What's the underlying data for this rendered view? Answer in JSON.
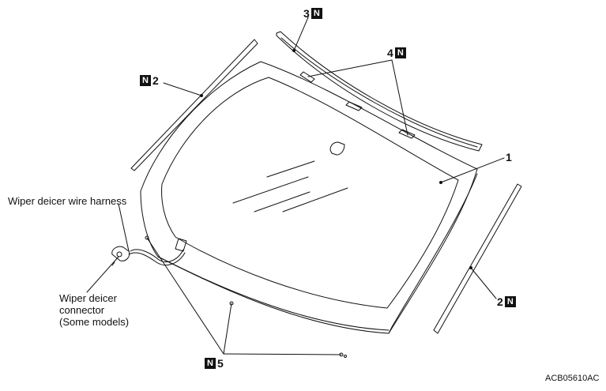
{
  "badge_letter": "N",
  "callouts": {
    "c1": {
      "number": "1"
    },
    "c2_left": {
      "number": "2"
    },
    "c2_right": {
      "number": "2"
    },
    "c3": {
      "number": "3"
    },
    "c4": {
      "number": "4"
    },
    "c5": {
      "number": "5"
    }
  },
  "labels": {
    "wire_harness": "Wiper deicer wire harness",
    "connector_line1": "Wiper deicer",
    "connector_line2": "connector",
    "connector_line3": "(Some models)"
  },
  "figure_code": "ACB05610AC",
  "colors": {
    "line": "#111111",
    "background": "#ffffff",
    "badge_bg": "#111111",
    "badge_fg": "#ffffff"
  }
}
